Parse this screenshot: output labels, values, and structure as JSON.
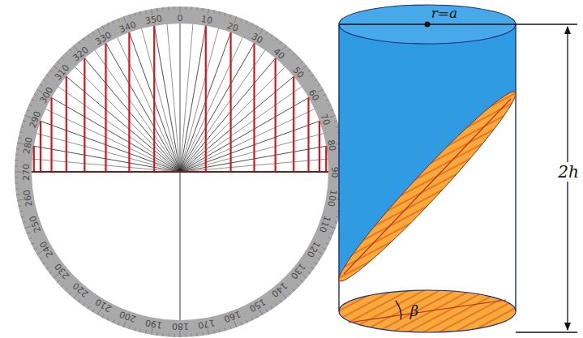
{
  "diagram": {
    "labels": [
      "0",
      "10",
      "20",
      "30",
      "40",
      "50",
      "60",
      "70",
      "80",
      "90",
      "100",
      "110",
      "120",
      "130",
      "140",
      "150",
      "160",
      "170",
      "180",
      "190",
      "200",
      "210",
      "220",
      "230",
      "240",
      "250",
      "260",
      "270",
      "280",
      "290",
      "300",
      "310",
      "320",
      "330",
      "340",
      "350",
      "r=a",
      "2h",
      "β"
    ]
  }
}
